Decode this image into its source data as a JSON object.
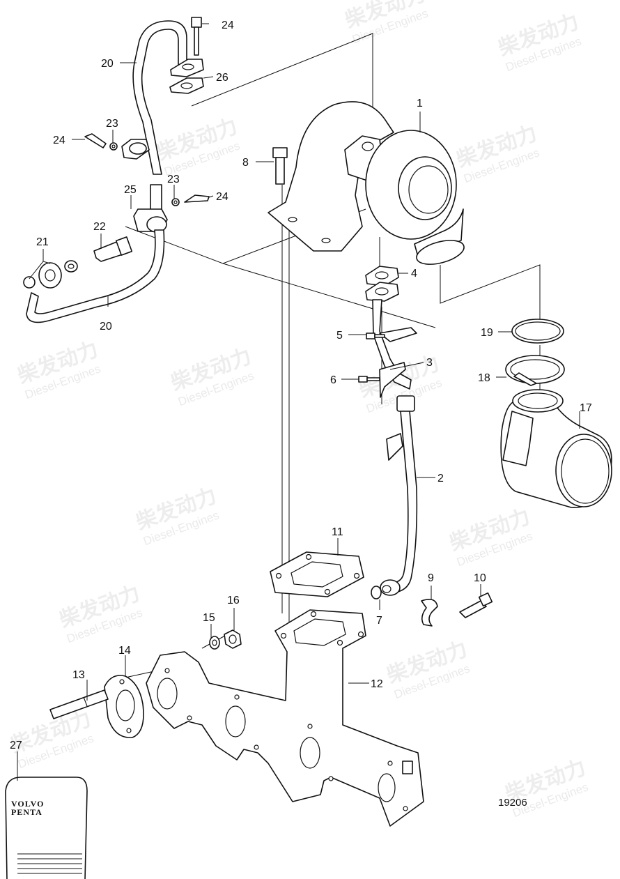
{
  "diagram": {
    "reference_number": "19206",
    "watermark": {
      "brand_cn": "柴发动力",
      "brand_en": "Diesel-Engines"
    },
    "manual": {
      "brand_line1": "VOLVO",
      "brand_line2": "PENTA"
    },
    "callouts": [
      {
        "id": "c1",
        "label": "1"
      },
      {
        "id": "c2",
        "label": "2"
      },
      {
        "id": "c3",
        "label": "3"
      },
      {
        "id": "c4",
        "label": "4"
      },
      {
        "id": "c5",
        "label": "5"
      },
      {
        "id": "c6",
        "label": "6"
      },
      {
        "id": "c7",
        "label": "7"
      },
      {
        "id": "c8",
        "label": "8"
      },
      {
        "id": "c9",
        "label": "9"
      },
      {
        "id": "c10",
        "label": "10"
      },
      {
        "id": "c11",
        "label": "11"
      },
      {
        "id": "c12",
        "label": "12"
      },
      {
        "id": "c13",
        "label": "13"
      },
      {
        "id": "c14",
        "label": "14"
      },
      {
        "id": "c15",
        "label": "15"
      },
      {
        "id": "c16",
        "label": "16"
      },
      {
        "id": "c17",
        "label": "17"
      },
      {
        "id": "c18",
        "label": "18"
      },
      {
        "id": "c19",
        "label": "19"
      },
      {
        "id": "c20a",
        "label": "20"
      },
      {
        "id": "c20b",
        "label": "20"
      },
      {
        "id": "c21",
        "label": "21"
      },
      {
        "id": "c22",
        "label": "22"
      },
      {
        "id": "c23a",
        "label": "23"
      },
      {
        "id": "c23b",
        "label": "23"
      },
      {
        "id": "c24a",
        "label": "24"
      },
      {
        "id": "c24b",
        "label": "24"
      },
      {
        "id": "c24c",
        "label": "24"
      },
      {
        "id": "c25",
        "label": "25"
      },
      {
        "id": "c26",
        "label": "26"
      },
      {
        "id": "c27",
        "label": "27"
      }
    ]
  }
}
